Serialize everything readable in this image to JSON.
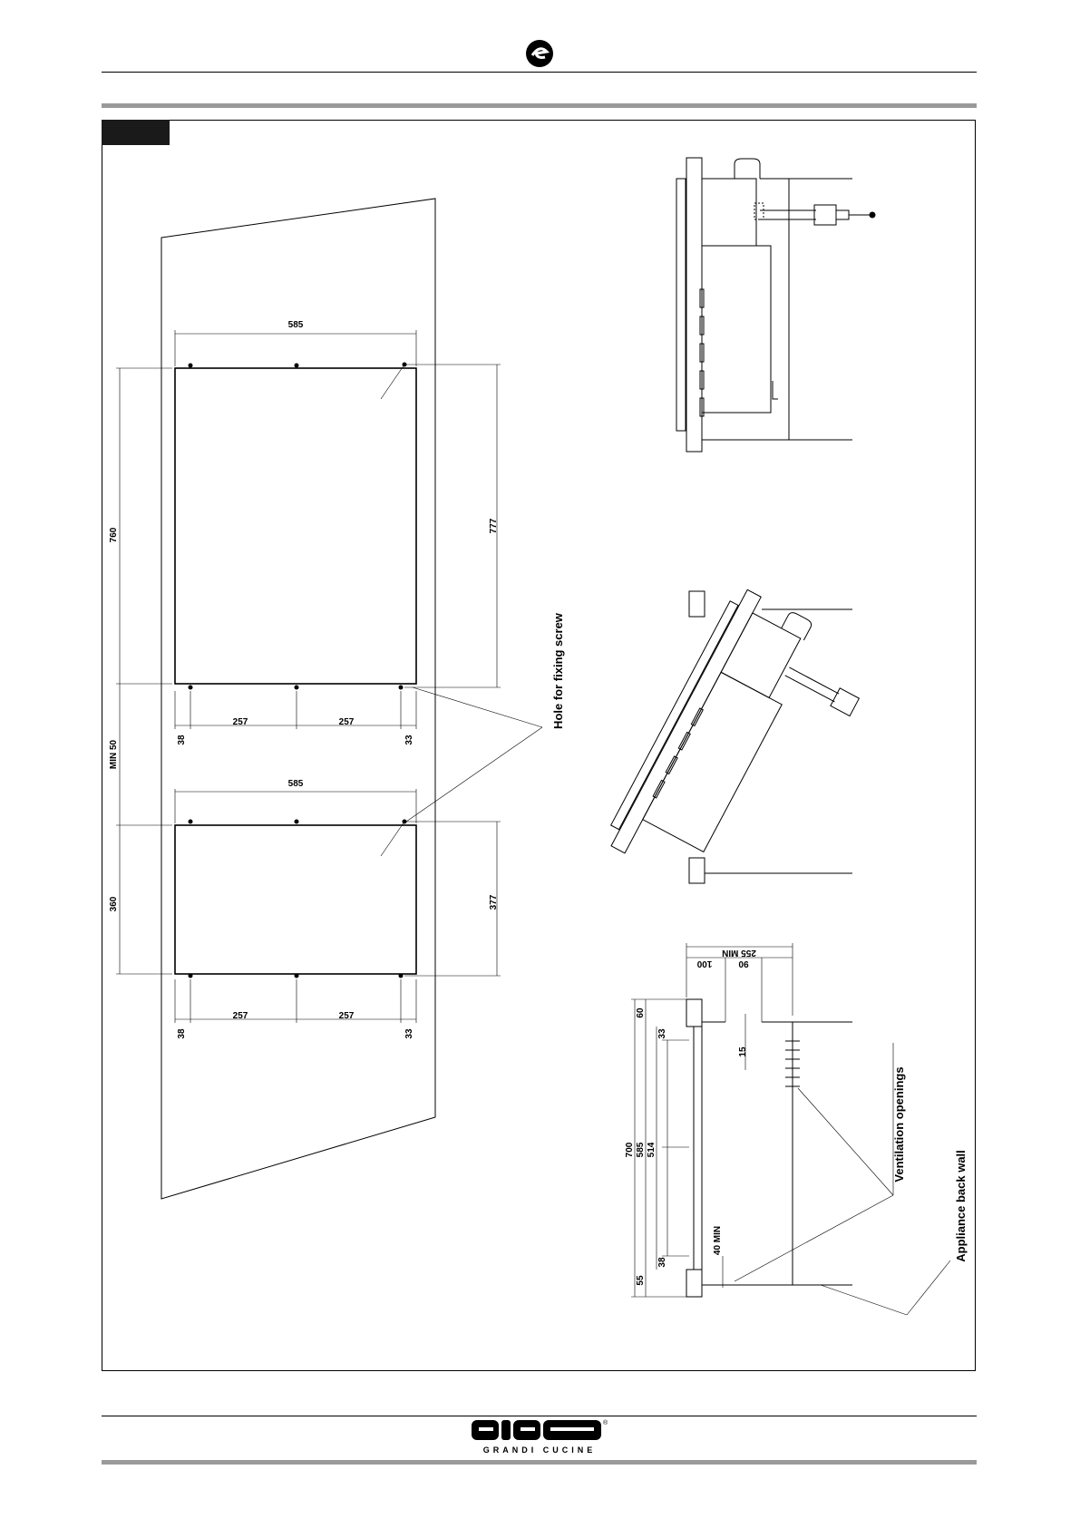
{
  "header": {
    "logo_icon": "brand-e-mark-icon"
  },
  "figure": {
    "dimensions": {
      "top_cutout_width": "585",
      "top_cutout_height": "760",
      "top_screw_span": "777",
      "top_left_offset": "38",
      "top_spacing_1": "257",
      "top_spacing_2": "257",
      "top_right_offset": "33",
      "gap_between": "MIN 50",
      "bottom_cutout_width": "585",
      "bottom_cutout_height": "360",
      "bottom_screw_span": "377",
      "bottom_left_offset": "38",
      "bottom_spacing_1": "257",
      "bottom_spacing_2": "257",
      "bottom_right_offset": "33",
      "side_depth": "255 MIN",
      "side_d100": "100",
      "side_d90": "90",
      "side_d60": "60",
      "side_d33": "33",
      "side_d15": "15",
      "side_d700": "700",
      "side_d585": "585",
      "side_d514": "514",
      "side_d40min": "40 MIN",
      "side_d38": "38",
      "side_d55": "55"
    },
    "labels": {
      "hole_for_fixing_screw": "Hole for fixing screw",
      "ventilation_openings": "Ventilation openings",
      "appliance_back_wall": "Appliance back wall"
    }
  },
  "footer": {
    "brand": "GIGA",
    "tagline": "GRANDI CUCINE",
    "registered": "®"
  }
}
